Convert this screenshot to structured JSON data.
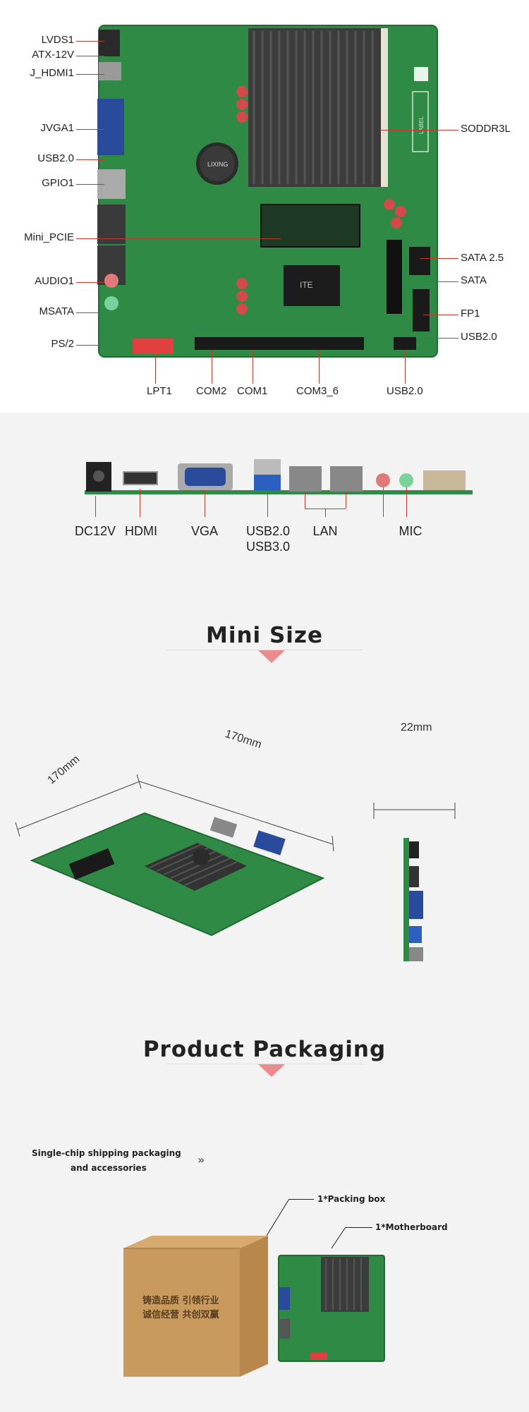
{
  "board_diagram": {
    "left_labels": [
      "LVDS1",
      "ATX-12V",
      "J_HDMI1",
      "JVGA1",
      "USB2.0",
      "GPIO1",
      "Mini_PCIE",
      "AUDIO1",
      "MSATA",
      "PS/2"
    ],
    "right_labels": [
      "SODDR3L",
      "SATA 2.5",
      "SATA",
      "FP1",
      "USB2.0"
    ],
    "bottom_labels": [
      "LPT1",
      "COM2",
      "COM1",
      "COM3_6",
      "USB2.0"
    ],
    "chip_text": {
      "battery": "LIXING",
      "chip": "ITE",
      "label": "LABEL"
    }
  },
  "io_panel": {
    "ports": [
      "DC12V",
      "HDMI",
      "VGA",
      "USB2.0",
      "USB3.0",
      "LAN",
      "MIC"
    ]
  },
  "mini_size": {
    "title": "Mini Size",
    "width_label": "170mm",
    "depth_label": "170mm",
    "thickness_label": "22mm"
  },
  "packaging": {
    "title": "Product Packaging",
    "description_line1": "Single-chip shipping packaging",
    "description_line2": "and accessories",
    "item_box": "1*Packing box",
    "item_board": "1*Motherboard",
    "box_text": {
      "line1": "铸造品质  引领行业",
      "line2": "诚信经营  共创双赢"
    }
  },
  "colors": {
    "pcb": "#2f8a45",
    "leader": "#c0392b",
    "arrow": "#ec8b8b",
    "cardboard": "#c99a5e"
  }
}
